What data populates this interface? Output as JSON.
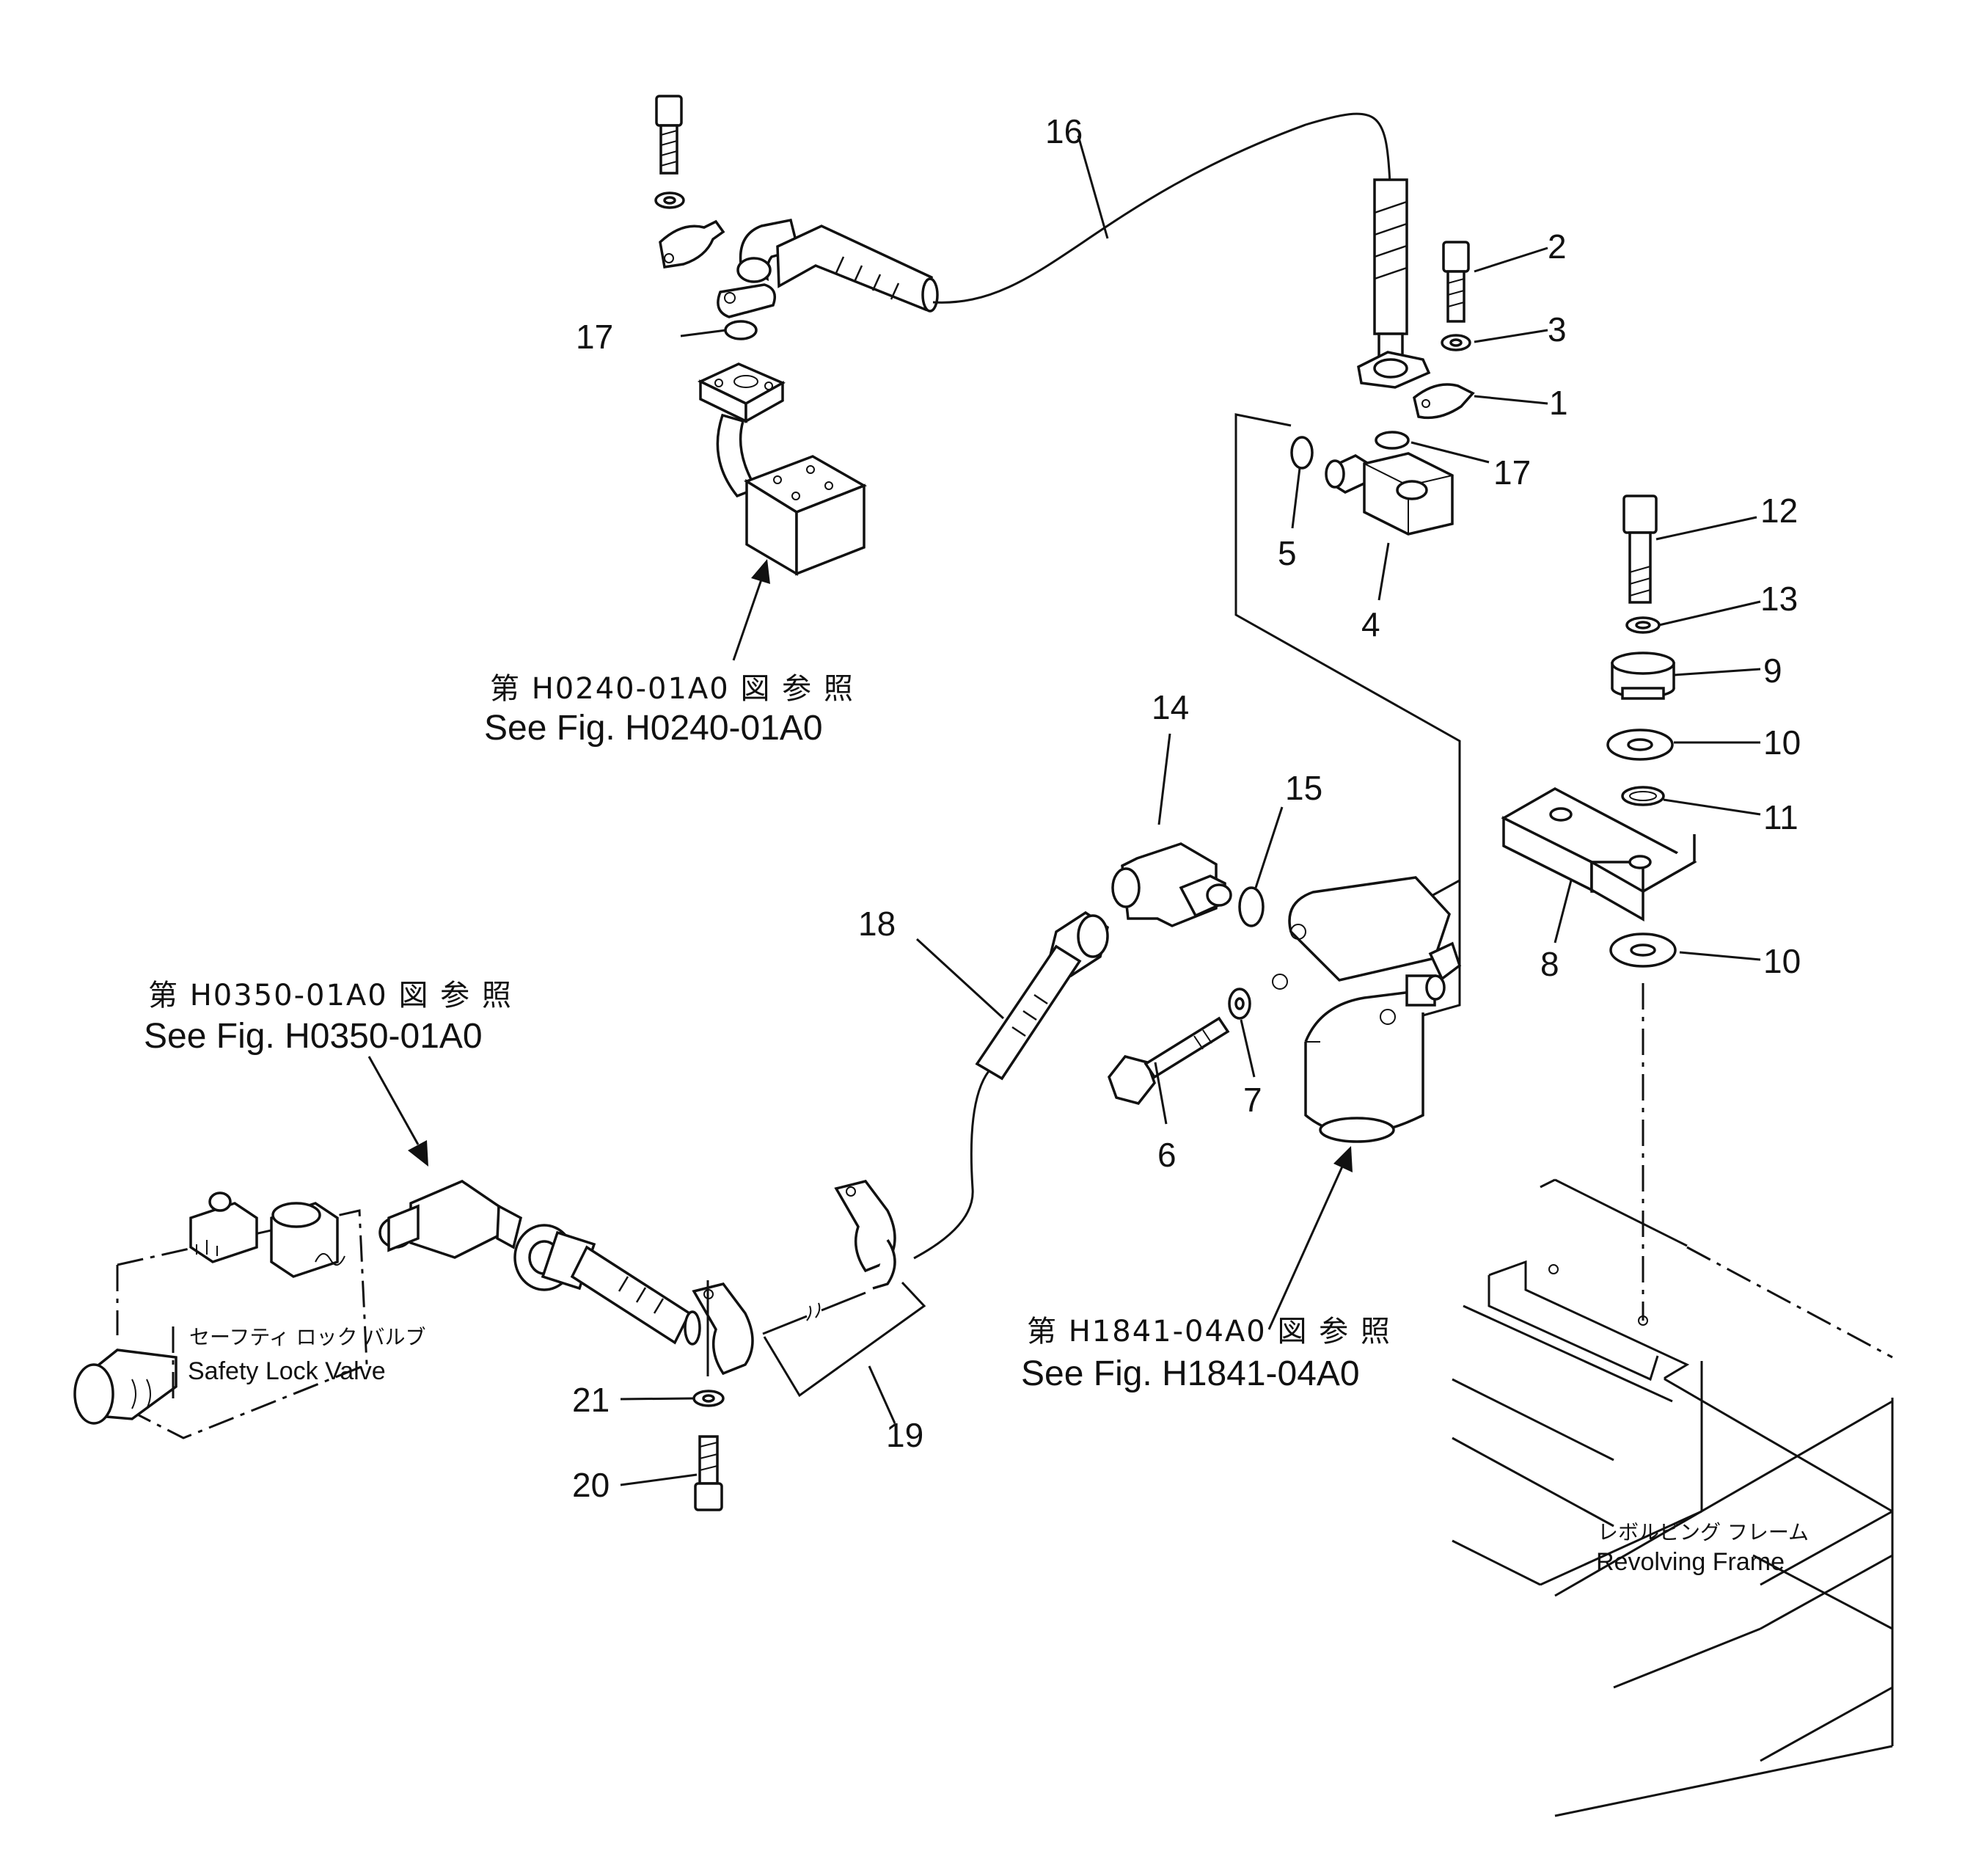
{
  "references": [
    {
      "id": "h0240",
      "jp": "第 H0240-01A0 図 参 照",
      "en": "See Fig. H0240-01A0"
    },
    {
      "id": "h0350",
      "jp": "第 H0350-01A0 図 参 照",
      "en": "See Fig. H0350-01A0"
    },
    {
      "id": "h1841",
      "jp": "第 H1841-04A0 図 参 照",
      "en": "See Fig. H1841-04A0"
    }
  ],
  "component_labels": {
    "safety_lock_valve": {
      "jp": "セーフティ ロック バルブ",
      "en": "Safety Lock Valve"
    },
    "revolving_frame": {
      "jp": "レボルビング フレーム",
      "en": "Revolving Frame"
    }
  },
  "callouts": [
    "16",
    "2",
    "3",
    "1",
    "17",
    "17",
    "5",
    "4",
    "12",
    "13",
    "9",
    "10",
    "11",
    "10",
    "8",
    "14",
    "15",
    "18",
    "7",
    "6",
    "21",
    "20",
    "19"
  ]
}
